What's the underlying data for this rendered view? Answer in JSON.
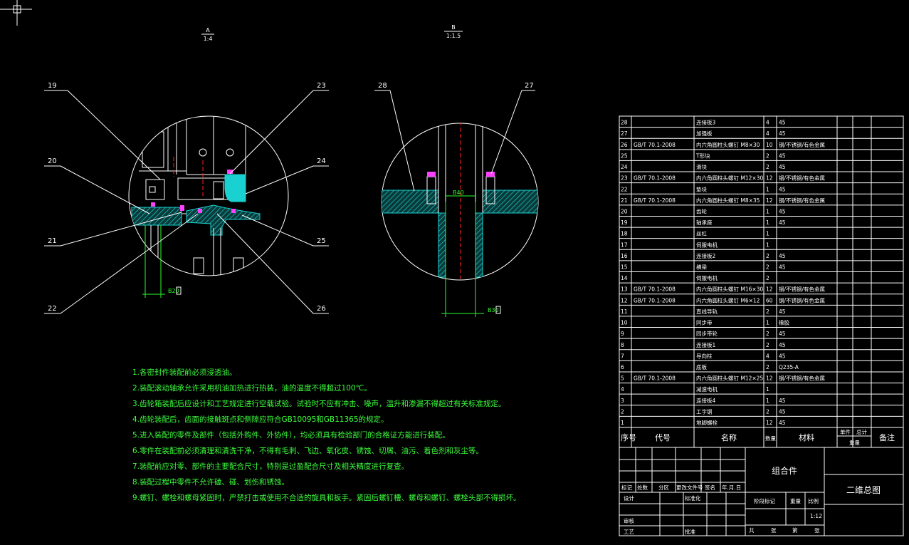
{
  "views": {
    "a": {
      "label": "A",
      "scale": "1:4"
    },
    "b": {
      "label": "B",
      "scale": "1:1.5"
    }
  },
  "balloons": [
    "19",
    "20",
    "21",
    "22",
    "23",
    "24",
    "25",
    "26",
    "28",
    "27"
  ],
  "dims": {
    "d1": "B20",
    "d2": "B40",
    "d3": "B30"
  },
  "notes": [
    "1.各密封件装配前必须浸透油。",
    "2.装配滚动轴承允许采用机油加热进行热装，油的温度不得超过100℃。",
    "3.齿轮箱装配后应设计和工艺规定进行空载试验。试验时不应有冲击、噪声，温升和渗漏不得超过有关标准规定。",
    "4.齿轮装配后，齿面的接触斑点和侧隙应符合GB10095和GB11365的规定。",
    "5.进入装配的零件及部件（包括外购件、外协件），均必须具有检验部门的合格证方能进行装配。",
    "6.零件在装配前必须清理和清洗干净，不得有毛刺、飞边、氧化皮、锈蚀、切屑、油污、着色剂和灰尘等。",
    "7.装配前应对零、部件的主要配合尺寸，特别是过盈配合尺寸及相关精度进行复查。",
    "8.装配过程中零件不允许磕、碰、划伤和锈蚀。",
    "9.螺钉、螺栓和螺母紧固时，严禁打击或使用不合适的旋具和扳手。紧固后螺钉槽、螺母和螺钉、螺栓头部不得损坏。"
  ],
  "bom": [
    {
      "no": "28",
      "code": "",
      "name": "连接板3",
      "qty": "4",
      "mat": "45"
    },
    {
      "no": "27",
      "code": "",
      "name": "加强板",
      "qty": "4",
      "mat": "45"
    },
    {
      "no": "26",
      "code": "GB/T 70.1-2008",
      "name": "内六角圆柱头螺钉 M8×30",
      "qty": "10",
      "mat": "钢/不锈钢/有色金属"
    },
    {
      "no": "25",
      "code": "",
      "name": "T形块",
      "qty": "2",
      "mat": "45"
    },
    {
      "no": "24",
      "code": "",
      "name": "滑块",
      "qty": "2",
      "mat": "45"
    },
    {
      "no": "23",
      "code": "GB/T 70.1-2008",
      "name": "内六角圆柱头螺钉 M12×30",
      "qty": "12",
      "mat": "钢/不锈钢/有色金属"
    },
    {
      "no": "22",
      "code": "",
      "name": "垫块",
      "qty": "1",
      "mat": "45"
    },
    {
      "no": "21",
      "code": "GB/T 70.1-2008",
      "name": "内六角圆柱头螺钉 M8×35",
      "qty": "12",
      "mat": "钢/不锈钢/有色金属"
    },
    {
      "no": "20",
      "code": "",
      "name": "齿轮",
      "qty": "1",
      "mat": "45"
    },
    {
      "no": "19",
      "code": "",
      "name": "轴承座",
      "qty": "1",
      "mat": "45"
    },
    {
      "no": "18",
      "code": "",
      "name": "丝杠",
      "qty": "1",
      "mat": ""
    },
    {
      "no": "17",
      "code": "",
      "name": "伺服电机",
      "qty": "1",
      "mat": ""
    },
    {
      "no": "16",
      "code": "",
      "name": "连接板2",
      "qty": "2",
      "mat": "45"
    },
    {
      "no": "15",
      "code": "",
      "name": "横梁",
      "qty": "2",
      "mat": "45"
    },
    {
      "no": "14",
      "code": "",
      "name": "伺服电机",
      "qty": "2",
      "mat": ""
    },
    {
      "no": "13",
      "code": "GB/T 70.1-2008",
      "name": "内六角圆柱头螺钉 M16×30",
      "qty": "12",
      "mat": "钢/不锈钢/有色金属"
    },
    {
      "no": "12",
      "code": "GB/T 70.1-2008",
      "name": "内六角圆柱头螺钉 M6×12",
      "qty": "60",
      "mat": "钢/不锈钢/有色金属"
    },
    {
      "no": "11",
      "code": "",
      "name": "直线导轨",
      "qty": "2",
      "mat": "45"
    },
    {
      "no": "10",
      "code": "",
      "name": "同步带",
      "qty": "1",
      "mat": "橡胶"
    },
    {
      "no": "9",
      "code": "",
      "name": "同步带轮",
      "qty": "2",
      "mat": "45"
    },
    {
      "no": "8",
      "code": "",
      "name": "连接板1",
      "qty": "2",
      "mat": "45"
    },
    {
      "no": "7",
      "code": "",
      "name": "导向柱",
      "qty": "4",
      "mat": "45"
    },
    {
      "no": "6",
      "code": "",
      "name": "底板",
      "qty": "2",
      "mat": "Q235-A"
    },
    {
      "no": "5",
      "code": "GB/T 70.1-2008",
      "name": "内六角圆柱头螺钉 M12×25",
      "qty": "12",
      "mat": "钢/不锈钢/有色金属"
    },
    {
      "no": "4",
      "code": "",
      "name": "减速电机",
      "qty": "1",
      "mat": ""
    },
    {
      "no": "3",
      "code": "",
      "name": "连接板4",
      "qty": "1",
      "mat": "45"
    },
    {
      "no": "2",
      "code": "",
      "name": "工字钢",
      "qty": "2",
      "mat": "45"
    },
    {
      "no": "1",
      "code": "",
      "name": "地脚螺栓",
      "qty": "12",
      "mat": "45"
    }
  ],
  "bom_header": {
    "no": "序号",
    "code": "代号",
    "name": "名称",
    "qty": "数量",
    "mat": "材料",
    "single": "单件",
    "total": "总计",
    "weight": "重量",
    "remark": "备注"
  },
  "title_block": {
    "part_name": "组合件",
    "drawing_name": "二维总图",
    "biaoji": "标记",
    "chushu": "处数",
    "fenqu": "分区",
    "gengai": "更改文件号",
    "qianming": "签名",
    "date": "年.月.日",
    "sheji": "设计",
    "biaozhunhua": "标准化",
    "shenhe": "审核",
    "gongyi": "工艺",
    "pizhun": "批准",
    "jieduan": "阶段标记",
    "zhongliang": "重量",
    "bili": "比例",
    "scale": "1:12",
    "gong": "共",
    "zhang1": "张",
    "di": "第",
    "zhang2": "张"
  }
}
